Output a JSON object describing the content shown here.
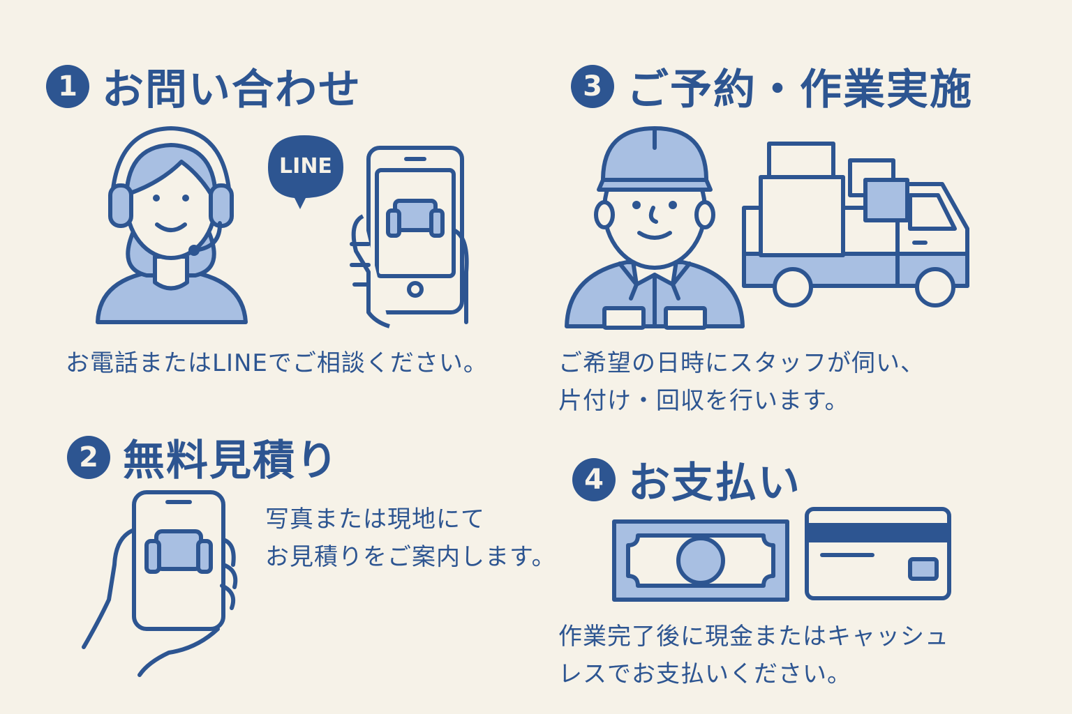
{
  "steps": [
    {
      "number": "1",
      "title": "お問い合わせ",
      "lines": [
        "お電話またはLINEでご相談ください。"
      ],
      "badge": "LINE",
      "icons": [
        "operator-headset-icon",
        "line-chat-bubble-icon",
        "smartphone-hand-icon"
      ]
    },
    {
      "number": "2",
      "title": "無料見積り",
      "lines": [
        "写真または現地にて",
        "お見積りをご案内します。"
      ],
      "icons": [
        "smartphone-hand-icon"
      ]
    },
    {
      "number": "3",
      "title": "ご予約・作業実施",
      "lines": [
        "ご希望の日時にスタッフが伺い、",
        "片付け・回収を行います。"
      ],
      "icons": [
        "staff-worker-icon",
        "delivery-truck-icon"
      ]
    },
    {
      "number": "4",
      "title": "お支払い",
      "lines": [
        "作業完了後に現金またはキャッシュ",
        "レスでお支払いください。"
      ],
      "icons": [
        "banknote-icon",
        "credit-card-icon"
      ]
    }
  ],
  "colors": {
    "primary": "#2d5591",
    "accent": "#a8bfe2",
    "background": "#f6f2e8"
  }
}
